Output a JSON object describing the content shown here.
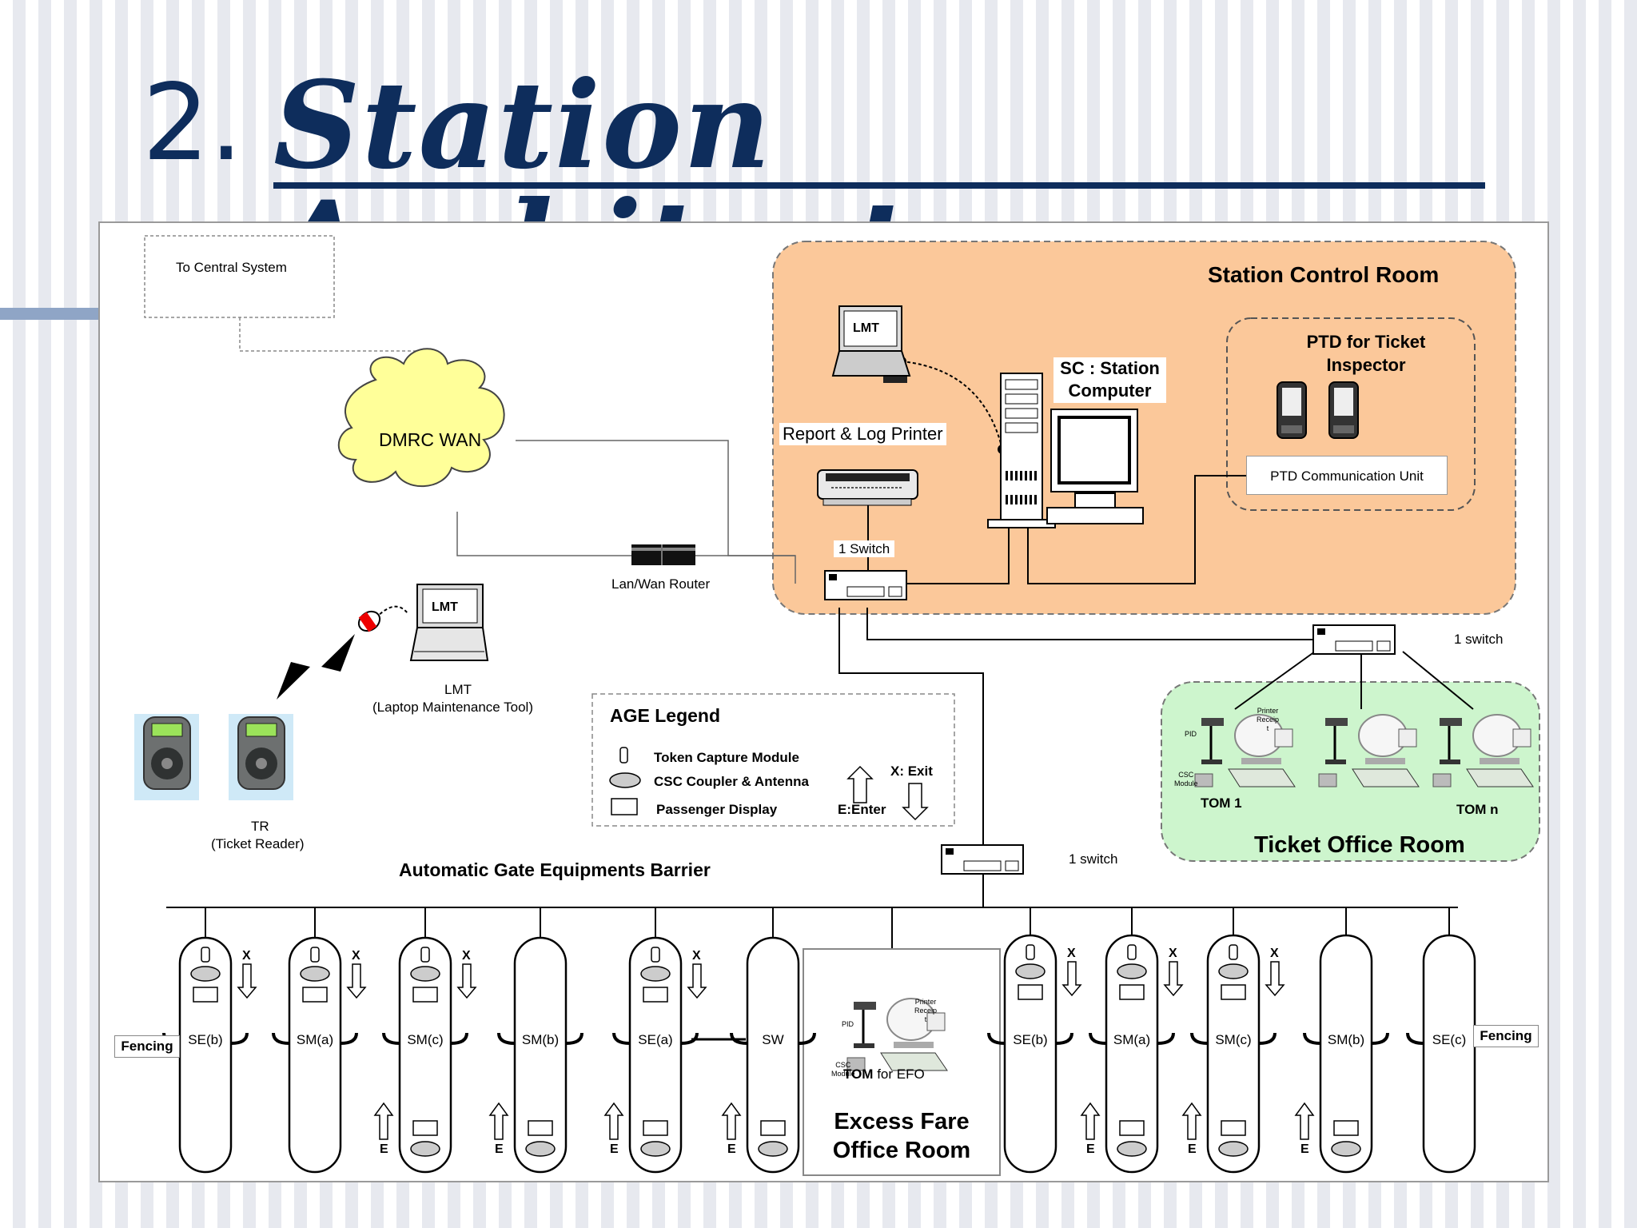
{
  "title": {
    "number": "2.",
    "text": "Station Architecture"
  },
  "central": "To Central System",
  "wan": "DMRC WAN",
  "router": "Lan/Wan Router",
  "scr": {
    "title": "Station Control Room",
    "lmt": "LMT",
    "sc": [
      "SC : Station",
      "Computer"
    ],
    "printer": "Report & Log Printer",
    "switch": "1 Switch",
    "ptd_title": [
      "PTD for Ticket",
      "Inspector"
    ],
    "ptd_unit": "PTD Communication Unit"
  },
  "lmt": {
    "screen": "LMT",
    "label": "LMT",
    "sub": "(Laptop Maintenance Tool)"
  },
  "tr": {
    "label": "TR",
    "sub": "(Ticket Reader)"
  },
  "legend": {
    "title": "AGE  Legend",
    "items": [
      "Token Capture Module",
      "CSC Coupler & Antenna",
      "Passenger Display"
    ],
    "exit": "X: Exit",
    "enter": "E:Enter"
  },
  "switch_label": "1 switch",
  "tor": {
    "title": "Ticket Office Room",
    "tom1": "TOM 1",
    "tomn": "TOM n",
    "pid": "PID",
    "printer": [
      "Printer",
      "Receip",
      "t"
    ],
    "csc": [
      "CSC",
      "Module"
    ]
  },
  "age_title": "Automatic Gate Equipments  Barrier",
  "fencing": "Fencing",
  "gates": [
    {
      "label": "SE(b)",
      "x": "X",
      "e": ""
    },
    {
      "label": "SM(a)",
      "x": "X",
      "e": ""
    },
    {
      "label": "SM(c)",
      "x": "X",
      "e": "E"
    },
    {
      "label": "SM(b)",
      "x": "",
      "e": "E"
    },
    {
      "label": "SE(a)",
      "x": "X",
      "e": "E"
    },
    {
      "label": "SW",
      "x": "",
      "e": "E"
    },
    {
      "label": "SE(b)",
      "x": "X",
      "e": ""
    },
    {
      "label": "SM(a)",
      "x": "X",
      "e": "E"
    },
    {
      "label": "SM(c)",
      "x": "X",
      "e": "E"
    },
    {
      "label": "SM(b)",
      "x": "",
      "e": "E"
    },
    {
      "label": "SE(c)",
      "x": "",
      "e": ""
    }
  ],
  "efo": {
    "tom_bold": "TOM",
    "tom_rest": " for EFO",
    "room": [
      "Excess Fare",
      "Office Room"
    ]
  }
}
